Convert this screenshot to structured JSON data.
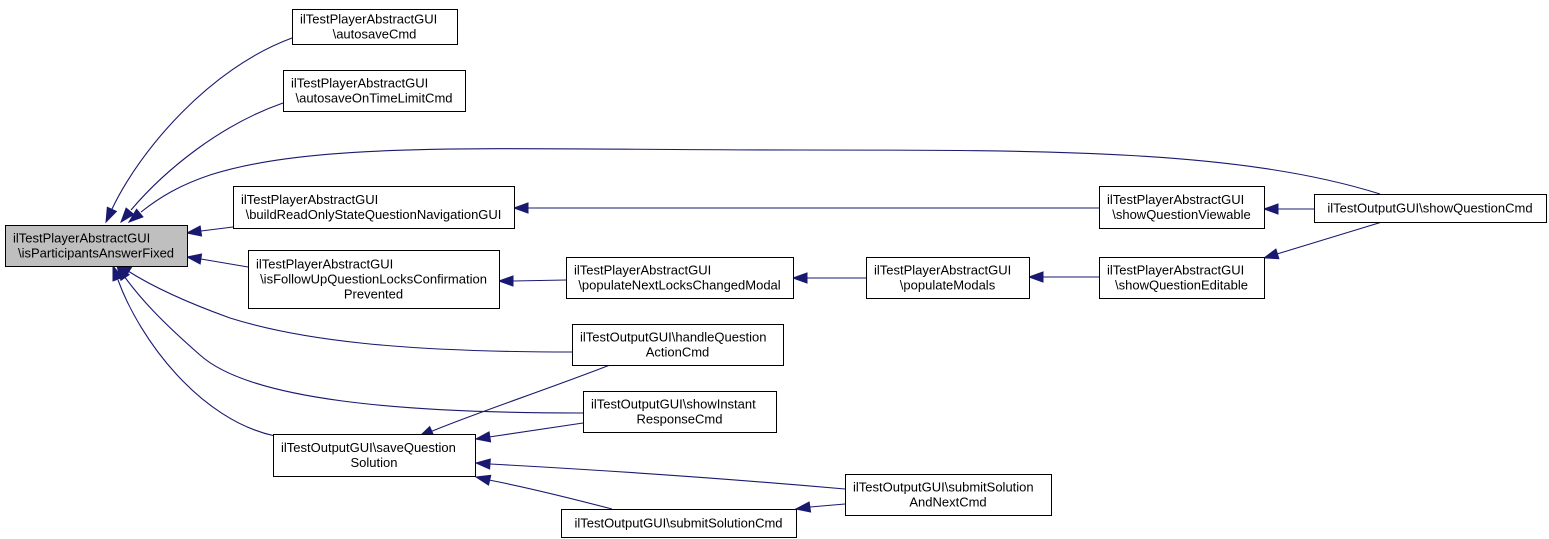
{
  "nodes": [
    {
      "id": "isParticipantsAnswerFixed",
      "lines": [
        "ilTestPlayerAbstractGUI",
        "\\isParticipantsAnswerFixed"
      ],
      "focus": true
    },
    {
      "id": "autosaveCmd",
      "lines": [
        "ilTestPlayerAbstractGUI",
        "\\autosaveCmd"
      ]
    },
    {
      "id": "autosaveOnTimeLimitCmd",
      "lines": [
        "ilTestPlayerAbstractGUI",
        "\\autosaveOnTimeLimitCmd"
      ]
    },
    {
      "id": "buildReadOnlyStateQuestionNavigationGUI",
      "lines": [
        "ilTestPlayerAbstractGUI",
        "\\buildReadOnlyStateQuestionNavigationGUI"
      ]
    },
    {
      "id": "isFollowUpQuestionLocksConfirmationPrevented",
      "lines": [
        "ilTestPlayerAbstractGUI",
        "\\isFollowUpQuestionLocksConfirmation",
        "Prevented"
      ]
    },
    {
      "id": "populateNextLocksChangedModal",
      "lines": [
        "ilTestPlayerAbstractGUI",
        "\\populateNextLocksChangedModal"
      ]
    },
    {
      "id": "populateModals",
      "lines": [
        "ilTestPlayerAbstractGUI",
        "\\populateModals"
      ]
    },
    {
      "id": "showQuestionViewable",
      "lines": [
        "ilTestPlayerAbstractGUI",
        "\\showQuestionViewable"
      ]
    },
    {
      "id": "showQuestionEditable",
      "lines": [
        "ilTestPlayerAbstractGUI",
        "\\showQuestionEditable"
      ]
    },
    {
      "id": "showQuestionCmd",
      "lines": [
        "ilTestOutputGUI\\showQuestionCmd"
      ]
    },
    {
      "id": "handleQuestionActionCmd",
      "lines": [
        "ilTestOutputGUI\\handleQuestion",
        "ActionCmd"
      ]
    },
    {
      "id": "showInstantResponseCmd",
      "lines": [
        "ilTestOutputGUI\\showInstant",
        "ResponseCmd"
      ]
    },
    {
      "id": "saveQuestionSolution",
      "lines": [
        "ilTestOutputGUI\\saveQuestion",
        "Solution"
      ]
    },
    {
      "id": "submitSolutionAndNextCmd",
      "lines": [
        "ilTestOutputGUI\\submitSolution",
        "AndNextCmd"
      ]
    },
    {
      "id": "submitSolutionCmd",
      "lines": [
        "ilTestOutputGUI\\submitSolutionCmd"
      ]
    }
  ],
  "edges": [
    {
      "from": "autosaveCmd",
      "to": "isParticipantsAnswerFixed"
    },
    {
      "from": "autosaveOnTimeLimitCmd",
      "to": "isParticipantsAnswerFixed"
    },
    {
      "from": "showQuestionCmd",
      "to": "isParticipantsAnswerFixed"
    },
    {
      "from": "buildReadOnlyStateQuestionNavigationGUI",
      "to": "isParticipantsAnswerFixed"
    },
    {
      "from": "isFollowUpQuestionLocksConfirmationPrevented",
      "to": "isParticipantsAnswerFixed"
    },
    {
      "from": "handleQuestionActionCmd",
      "to": "isParticipantsAnswerFixed"
    },
    {
      "from": "showInstantResponseCmd",
      "to": "isParticipantsAnswerFixed"
    },
    {
      "from": "saveQuestionSolution",
      "to": "isParticipantsAnswerFixed"
    },
    {
      "from": "showQuestionViewable",
      "to": "buildReadOnlyStateQuestionNavigationGUI"
    },
    {
      "from": "showQuestionCmd",
      "to": "showQuestionViewable"
    },
    {
      "from": "populateNextLocksChangedModal",
      "to": "isFollowUpQuestionLocksConfirmationPrevented"
    },
    {
      "from": "populateModals",
      "to": "populateNextLocksChangedModal"
    },
    {
      "from": "showQuestionEditable",
      "to": "populateModals"
    },
    {
      "from": "showQuestionCmd",
      "to": "showQuestionEditable"
    },
    {
      "from": "handleQuestionActionCmd",
      "to": "saveQuestionSolution"
    },
    {
      "from": "showInstantResponseCmd",
      "to": "saveQuestionSolution"
    },
    {
      "from": "submitSolutionAndNextCmd",
      "to": "saveQuestionSolution"
    },
    {
      "from": "submitSolutionCmd",
      "to": "saveQuestionSolution"
    },
    {
      "from": "submitSolutionAndNextCmd",
      "to": "submitSolutionCmd"
    }
  ]
}
